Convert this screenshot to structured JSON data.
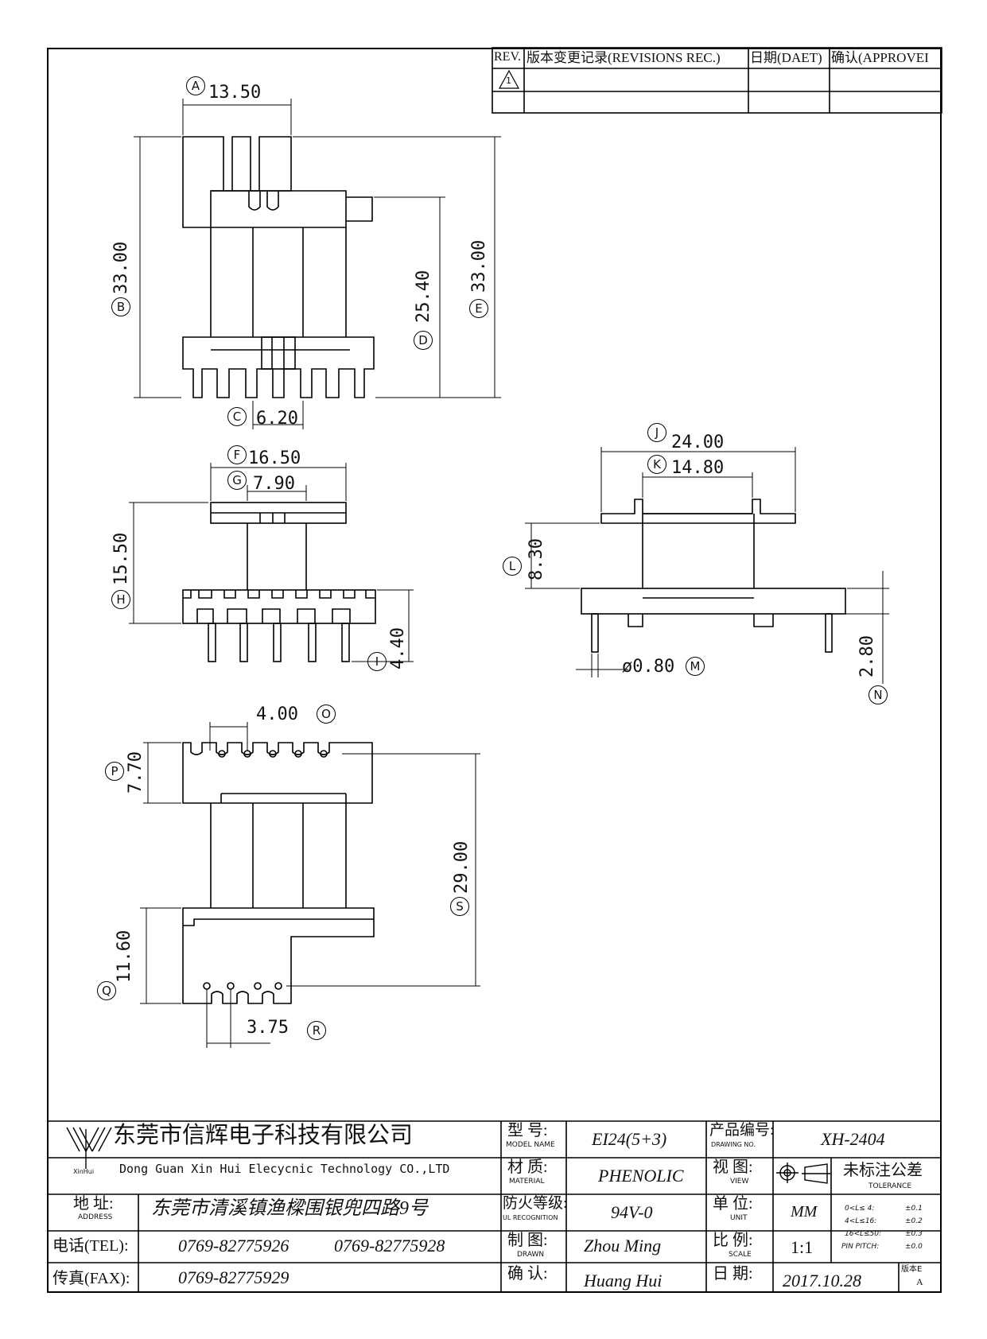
{
  "revision_table": {
    "rev": "REV.",
    "record": "版本变更记录(REVISIONS REC.)",
    "date": "日期(DAET)",
    "approve": "确认(APPROVEI",
    "rev_symbol": "1"
  },
  "dimensions": {
    "A": {
      "letter": "A",
      "value": "13.50"
    },
    "B": {
      "letter": "B",
      "value": "33.00"
    },
    "C": {
      "letter": "C",
      "value": "6.20"
    },
    "D": {
      "letter": "D",
      "value": "25.40"
    },
    "E": {
      "letter": "E",
      "value": "33.00"
    },
    "F": {
      "letter": "F",
      "value": "16.50"
    },
    "G": {
      "letter": "G",
      "value": "7.90"
    },
    "H": {
      "letter": "H",
      "value": "15.50"
    },
    "I": {
      "letter": "I",
      "value": "4.40"
    },
    "J": {
      "letter": "J",
      "value": "24.00"
    },
    "K": {
      "letter": "K",
      "value": "14.80"
    },
    "L": {
      "letter": "L",
      "value": "8.30"
    },
    "M": {
      "letter": "M",
      "value": "ø0.80"
    },
    "N": {
      "letter": "N",
      "value": "2.80"
    },
    "O": {
      "letter": "O",
      "value": "4.00"
    },
    "P": {
      "letter": "P",
      "value": "7.70"
    },
    "Q": {
      "letter": "Q",
      "value": "11.60"
    },
    "R": {
      "letter": "R",
      "value": "3.75"
    },
    "S": {
      "letter": "S",
      "value": "29.00"
    }
  },
  "title_block": {
    "company_cn": "东莞市信辉电子科技有限公司",
    "company_en": "Dong Guan Xin Hui Elecycnic Technology CO.,LTD",
    "logo_text": "XinHui",
    "address_label": "地 址:",
    "address_label_en": "ADDRESS",
    "address": "东莞市清溪镇渔樑围银兜四路9号",
    "tel_label": "电话(TEL):",
    "tel1": "0769-82775926",
    "tel2": "0769-82775928",
    "fax_label": "传真(FAX):",
    "fax": "0769-82775929",
    "model_label": "型 号:",
    "model_label_en": "MODEL NAME",
    "model": "EI24(5+3)",
    "material_label": "材 质:",
    "material_label_en": "MATERIAL",
    "material": "PHENOLIC",
    "fire_label": "防火等级:",
    "fire_label_en": "UL RECOGNITION",
    "fire": "94V-0",
    "drawn_label": "制 图:",
    "drawn_label_en": "DRAWN",
    "drawn": "Zhou Ming",
    "check_label": "确 认:",
    "check": "Huang Hui",
    "drawing_no_label": "产品编号:",
    "drawing_no_label_en": "DRAWING NO.",
    "drawing_no": "XH-2404",
    "view_label": "视 图:",
    "view_label_en": "VIEW",
    "unit_label": "单 位:",
    "unit_label_en": "UNIT",
    "unit": "MM",
    "scale_label": "比 例:",
    "scale_label_en": "SCALE",
    "scale": "1:1",
    "date_label": "日 期:",
    "date": "2017.10.28",
    "version_label": "版本E",
    "version": "A",
    "tolerance_label": "未标注公差",
    "tolerance_label_en": "TOLERANCE",
    "tolerances": [
      {
        "range": "0<L≤ 4:",
        "value": "±0.1"
      },
      {
        "range": "4<L≤16:",
        "value": "±0.2"
      },
      {
        "range": "16<L≤50:",
        "value": "±0.3"
      },
      {
        "range": "PIN PITCH:",
        "value": "±0.0"
      }
    ]
  }
}
